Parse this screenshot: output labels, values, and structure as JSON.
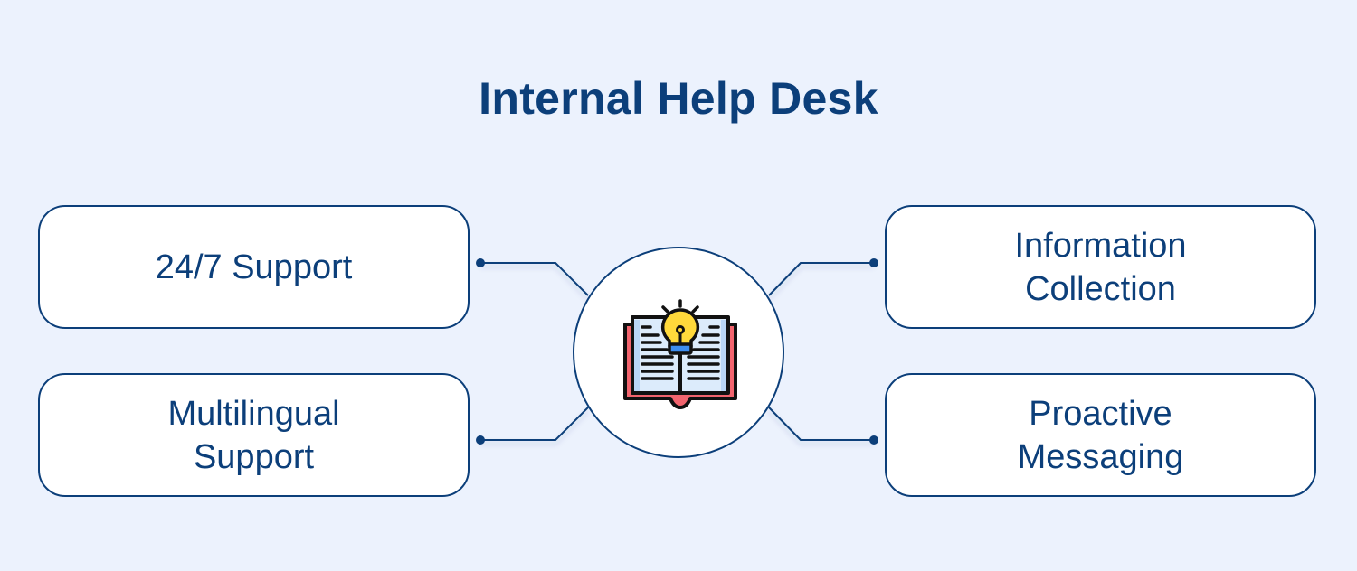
{
  "title": "Internal Help Desk",
  "colors": {
    "background": "#ECF2FD",
    "primary": "#0C3F7A",
    "box_fill": "#FFFFFF",
    "icon_book_cover": "#F2646E",
    "icon_page": "#DCEBFB",
    "icon_bulb": "#FFD93B",
    "icon_bulb_base": "#3D8DF0"
  },
  "hub": {
    "icon": "book-lightbulb-icon"
  },
  "features": [
    {
      "id": "support-24-7",
      "lines": [
        "24/7 Support"
      ],
      "side": "left"
    },
    {
      "id": "multilingual-support",
      "lines": [
        "Multilingual",
        "Support"
      ],
      "side": "left"
    },
    {
      "id": "information-collection",
      "lines": [
        "Information",
        "Collection"
      ],
      "side": "right"
    },
    {
      "id": "proactive-messaging",
      "lines": [
        "Proactive",
        "Messaging"
      ],
      "side": "right"
    }
  ]
}
